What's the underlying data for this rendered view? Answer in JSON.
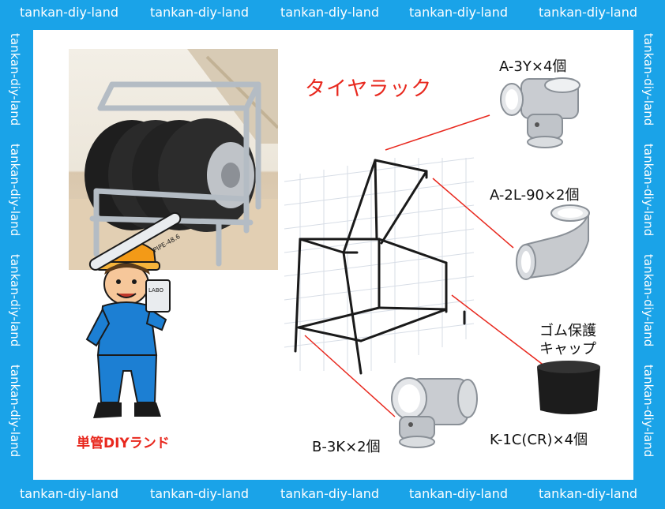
{
  "watermark": {
    "text": "tankan-diy-land"
  },
  "title": "タイヤラック",
  "brand": "単管DIYランド",
  "parts": {
    "a3y": "A-3Y×4個",
    "a2l": "A-2L-90×2個",
    "cap_title_line1": "ゴム保護",
    "cap_title_line2": "キャップ",
    "b3k": "B-3K×2個",
    "k1c": "K-1C(CR)×4個"
  },
  "character": {
    "pipe_label": "PIPE-48.6",
    "box_label": "LABO"
  },
  "colors": {
    "frame": "#1aa3e8",
    "title": "#e8281e",
    "leader": "#e8281e"
  }
}
